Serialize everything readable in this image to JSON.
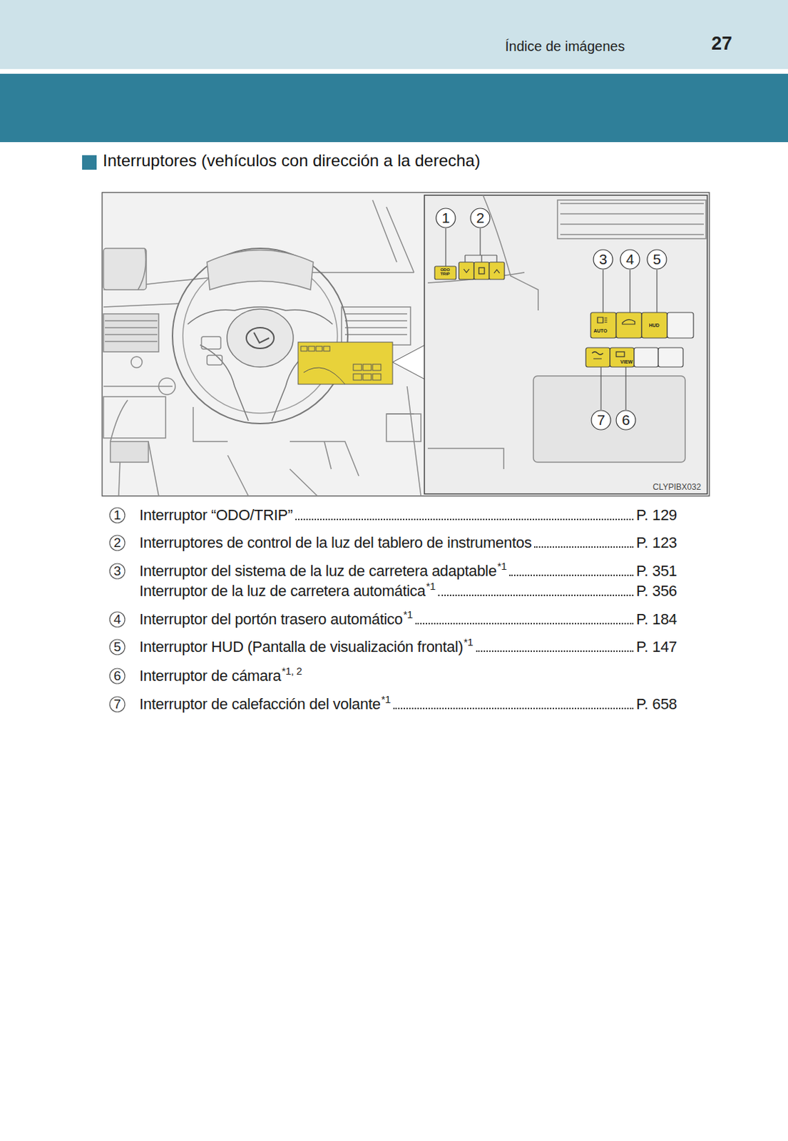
{
  "diagram": {
    "title": "Interruptores (vehículos con dirección a la derecha)",
    "nodes": [
      {
        "text": [
          "Índice de imágenes",
          "27"
        ]
      }
    ],
    "labels": [
      "CLYPIBX032",
      "1",
      "2",
      "3",
      "4",
      "5",
      "7",
      "6",
      "ODO TRIP",
      "AUTO",
      "HUD",
      "VIEW",
      "1",
      "Interruptor “ODO/TRIP”",
      "P. 129",
      "2",
      "Interruptores de control de la luz del tablero de instrumentos",
      "P. 123",
      "3",
      "Interruptor del sistema de la luz de carretera adaptable",
      "*1",
      "P. 351",
      "Interruptor de la luz de carretera automática",
      "*1",
      "P. 356",
      "4",
      "Interruptor del portón trasero automático",
      "*1",
      "P. 184",
      "5",
      "Interruptor HUD (Pantalla de visualización frontal)",
      "*1",
      "P. 147",
      "6",
      "Interruptor de cámara",
      "*1, 2",
      "7",
      "Interruptor de calefacción del volante",
      "*1",
      "P. 658"
    ]
  }
}
